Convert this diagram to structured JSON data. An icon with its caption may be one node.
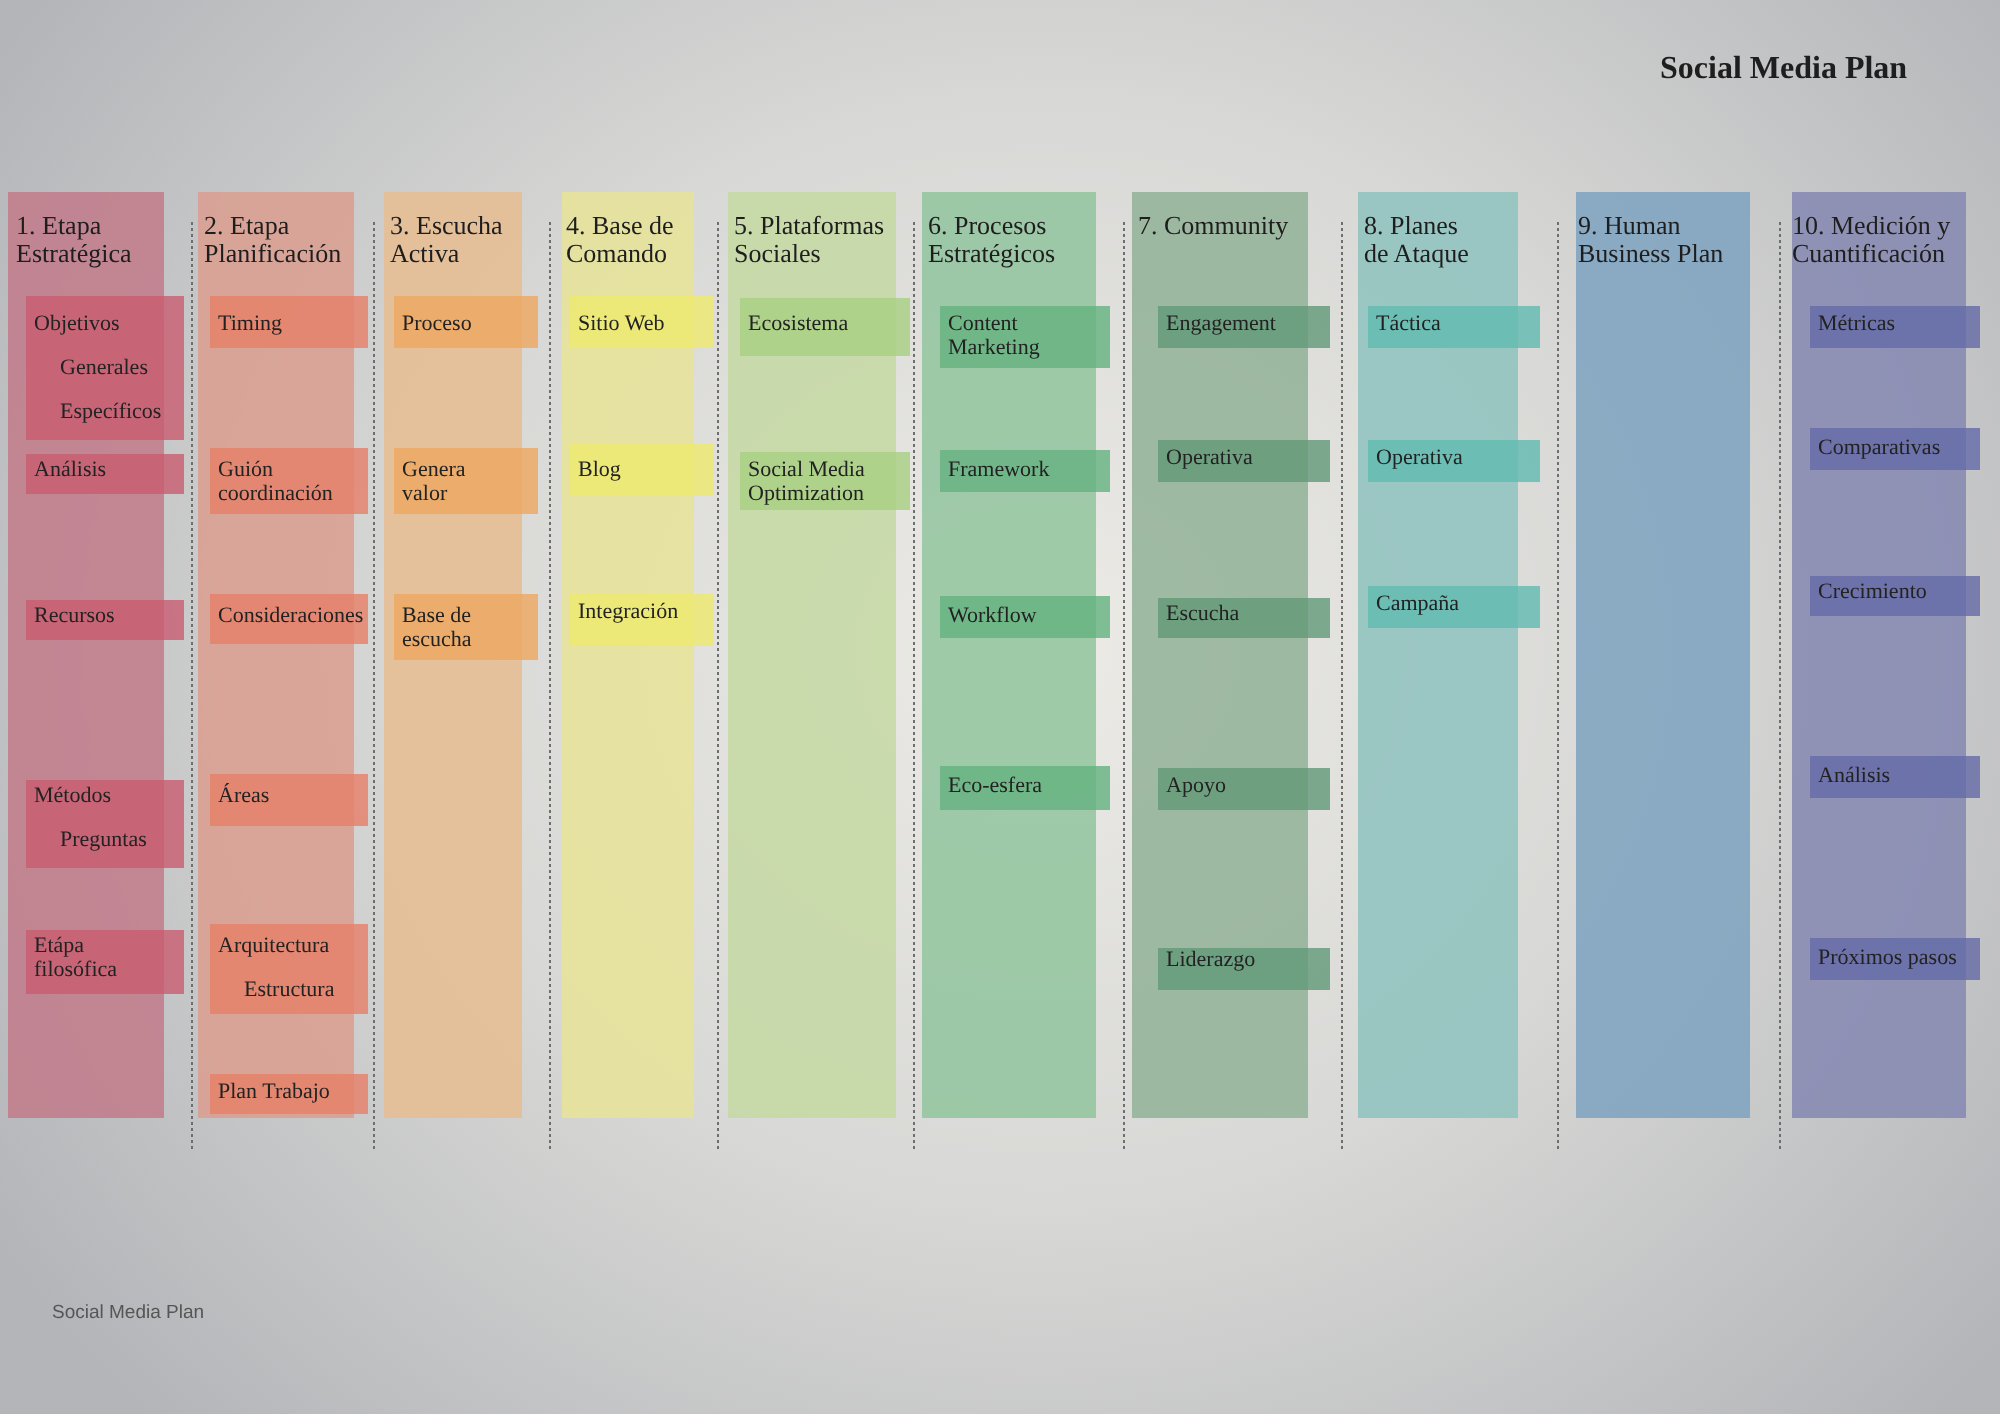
{
  "diagram": {
    "title": "Social Media Plan",
    "nodes": [
      {
        "text": [
          "1. Etapa Estratégica"
        ]
      },
      {
        "text": [
          "Objetivos",
          "Generales",
          "Específicos"
        ],
        "in": 0
      },
      {
        "text": [
          "Análisis"
        ],
        "in": 0
      },
      {
        "text": [
          "Recursos"
        ],
        "in": 0
      },
      {
        "text": [
          "Métodos",
          "Preguntas"
        ],
        "in": 0
      },
      {
        "text": [
          "Etápa filosófica"
        ],
        "in": 0
      },
      {
        "text": [
          "2. Etapa Planificación"
        ]
      },
      {
        "text": [
          "Timing"
        ],
        "in": 6
      },
      {
        "text": [
          "Guión coordinación"
        ],
        "in": 6
      },
      {
        "text": [
          "Consideraciones"
        ],
        "in": 6
      },
      {
        "text": [
          "Áreas"
        ],
        "in": 6
      },
      {
        "text": [
          "Arquitectura",
          "Estructura"
        ],
        "in": 6
      },
      {
        "text": [
          "Plan Trabajo"
        ],
        "in": 6
      },
      {
        "text": [
          "3. Escucha Activa"
        ]
      },
      {
        "text": [
          "Proceso"
        ],
        "in": 13
      },
      {
        "text": [
          "Genera valor"
        ],
        "in": 13
      },
      {
        "text": [
          "Base de escucha"
        ],
        "in": 13
      },
      {
        "text": [
          "4. Base de Comando"
        ]
      },
      {
        "text": [
          "Sitio Web"
        ],
        "in": 17
      },
      {
        "text": [
          "Blog"
        ],
        "in": 17
      },
      {
        "text": [
          "Integración"
        ],
        "in": 17
      },
      {
        "text": [
          "5. Plataformas Sociales"
        ]
      },
      {
        "text": [
          "Ecosistema"
        ],
        "in": 21
      },
      {
        "text": [
          "Social Media Optimization"
        ],
        "in": 21
      },
      {
        "text": [
          "6. Procesos Estratégicos"
        ]
      },
      {
        "text": [
          "Content Marketing"
        ],
        "in": 24
      },
      {
        "text": [
          "Framework"
        ],
        "in": 24
      },
      {
        "text": [
          "Workflow"
        ],
        "in": 24
      },
      {
        "text": [
          "Eco-esfera"
        ],
        "in": 24
      },
      {
        "text": [
          "7. Community"
        ]
      },
      {
        "text": [
          "Engagement"
        ],
        "in": 29
      },
      {
        "text": [
          "Operativa"
        ],
        "in": 29
      },
      {
        "text": [
          "Escucha"
        ],
        "in": 29
      },
      {
        "text": [
          "Apoyo"
        ],
        "in": 29
      },
      {
        "text": [
          "Liderazgo"
        ],
        "in": 29
      },
      {
        "text": [
          "8. Planes de Ataque"
        ]
      },
      {
        "text": [
          "Táctica"
        ],
        "in": 35
      },
      {
        "text": [
          "Operativa"
        ],
        "in": 35
      },
      {
        "text": [
          "Campaña"
        ],
        "in": 35
      },
      {
        "text": [
          "9. Human Business Plan"
        ]
      },
      {
        "text": [
          "10. Medición y Cuantificación"
        ]
      },
      {
        "text": [
          "Métricas"
        ],
        "in": 40
      },
      {
        "text": [
          "Comparativas"
        ],
        "in": 40
      },
      {
        "text": [
          "Crecimiento"
        ],
        "in": 40
      },
      {
        "text": [
          "Análisis"
        ],
        "in": 40
      },
      {
        "text": [
          "Próximos pasos"
        ],
        "in": 40
      }
    ],
    "labels": [
      "Social Media Plan"
    ]
  }
}
